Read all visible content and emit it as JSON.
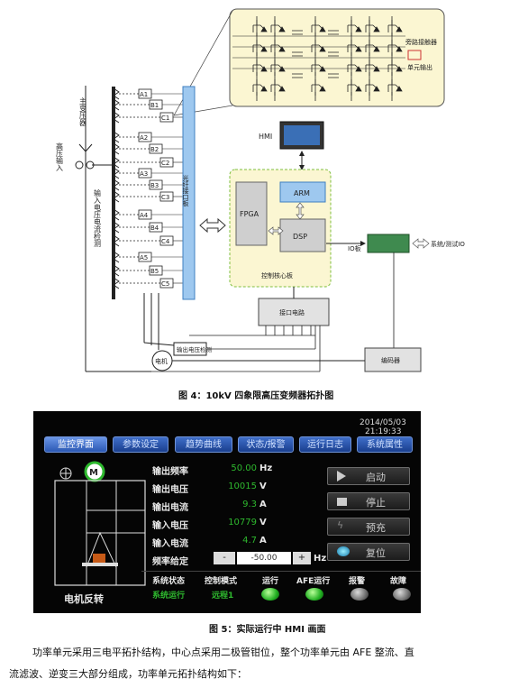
{
  "diagram": {
    "labels_tr": [
      "A1",
      "B1",
      "C1",
      "A2",
      "B2",
      "C2",
      "A3",
      "B3",
      "C3",
      "A4",
      "B4",
      "C4",
      "A5",
      "B5",
      "C5"
    ],
    "main_transformer": "主变压器",
    "hv_input": "高压输入",
    "input_detect": "输入电压电流检测",
    "fiber_board": "光纤接口板",
    "motor": "电机",
    "output_detect": "输出电压检测",
    "encoder": "编码器",
    "bypass": "旁路接触器",
    "unit_output": "单元输出",
    "hmi": "HMI",
    "arm": "ARM",
    "fpga": "FPGA",
    "dsp": "DSP",
    "core_board": "控制核心板",
    "io_board": "IO板",
    "system_io": "系统/测试IO",
    "interface": "接口电路"
  },
  "caption1": "图 4：10kV 四象限高压变频器拓扑图",
  "hmi": {
    "date": "2014/05/03",
    "time": "21:19:33",
    "tabs": [
      "监控界面",
      "参数设定",
      "趋势曲线",
      "状态/报警",
      "运行日志",
      "系统属性"
    ],
    "motor_icon_letter": "M",
    "motor_status": "电机反转",
    "readings": [
      {
        "label": "输出频率",
        "value": "50.00",
        "unit": "Hz"
      },
      {
        "label": "输出电压",
        "value": "10015",
        "unit": "V"
      },
      {
        "label": "输出电流",
        "value": "9.3",
        "unit": "A"
      },
      {
        "label": "输入电压",
        "value": "10779",
        "unit": "V"
      },
      {
        "label": "输入电流",
        "value": "4.7",
        "unit": "A"
      }
    ],
    "freq_set": {
      "label": "频率给定",
      "minus": "-",
      "value": "-50.00",
      "plus": "+",
      "unit": "Hz"
    },
    "buttons": [
      "启动",
      "停止",
      "预充",
      "复位"
    ],
    "sys_state_label": "系统状态",
    "sys_state_value": "系统运行",
    "ctrl_mode_label": "控制模式",
    "ctrl_mode_value": "远程1",
    "indicators": [
      {
        "label": "运行",
        "state": "green"
      },
      {
        "label": "AFE运行",
        "state": "green"
      },
      {
        "label": "报警",
        "state": "off"
      },
      {
        "label": "故障",
        "state": "off"
      }
    ]
  },
  "caption2": "图 5：实际运行中 HMI 画面",
  "paragraph": {
    "line1": "功率单元采用三电平拓扑结构，中心点采用二极管钳位，整个功率单元由 AFE 整流、直",
    "line2": "流滤波、逆变三大部分组成，功率单元拓扑结构如下："
  }
}
